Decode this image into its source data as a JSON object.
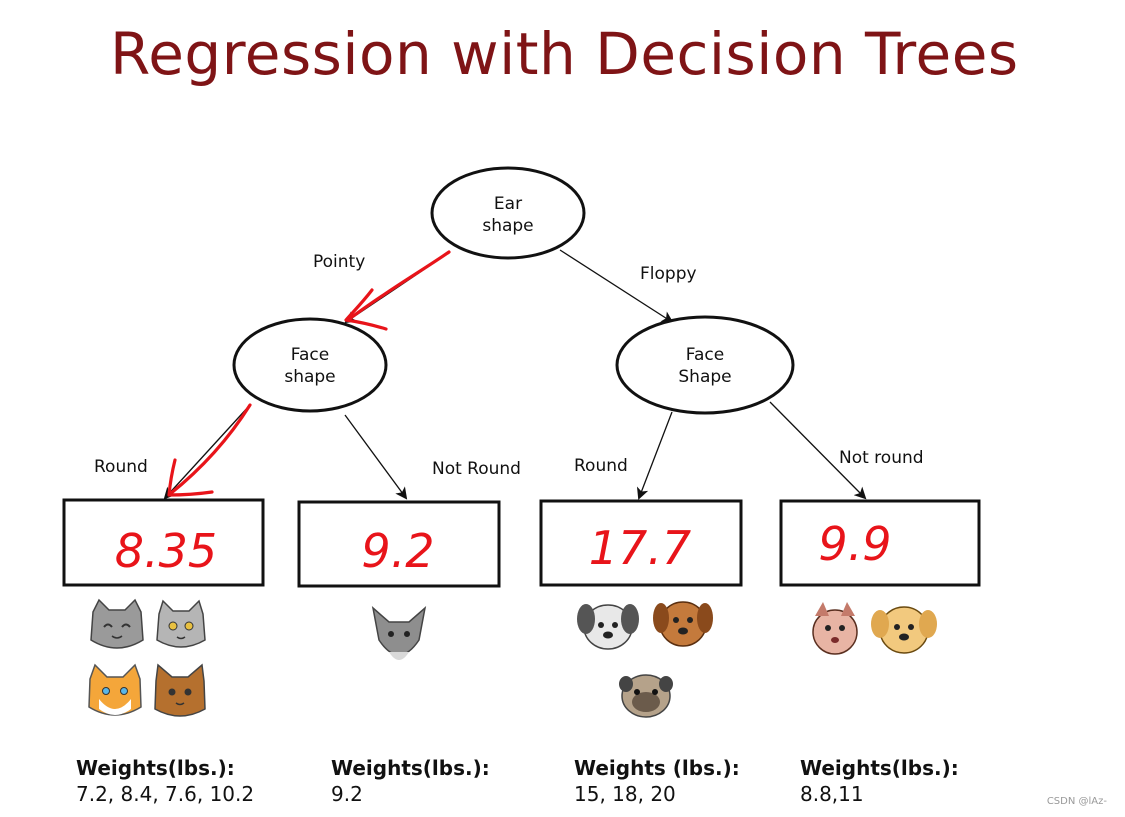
{
  "title": "Regression with Decision Trees",
  "nodes": {
    "root": {
      "line1": "Ear",
      "line2": "shape"
    },
    "left": {
      "line1": "Face",
      "line2": "shape"
    },
    "right": {
      "line1": "Face",
      "line2": "Shape"
    }
  },
  "edges": {
    "pointy": "Pointy",
    "floppy": "Floppy",
    "left_round": "Round",
    "left_not_round": "Not Round",
    "right_round": "Round",
    "right_not_round": "Not round"
  },
  "leaves": [
    {
      "value": "8.35",
      "weights_label": "Weights(lbs.):",
      "weights_values": "7.2, 8.4, 7.6, 10.2"
    },
    {
      "value": "9.2",
      "weights_label": "Weights(lbs.):",
      "weights_values": "9.2"
    },
    {
      "value": "17.7",
      "weights_label": "Weights (lbs.):",
      "weights_values": "15,  18, 20"
    },
    {
      "value": "9.9",
      "weights_label": "Weights(lbs.):",
      "weights_values": "8.8,11"
    }
  ],
  "colors": {
    "title": "#7f1416",
    "annotation": "#e8141a",
    "ink": "#111111"
  },
  "watermark": "CSDN @lAz-"
}
